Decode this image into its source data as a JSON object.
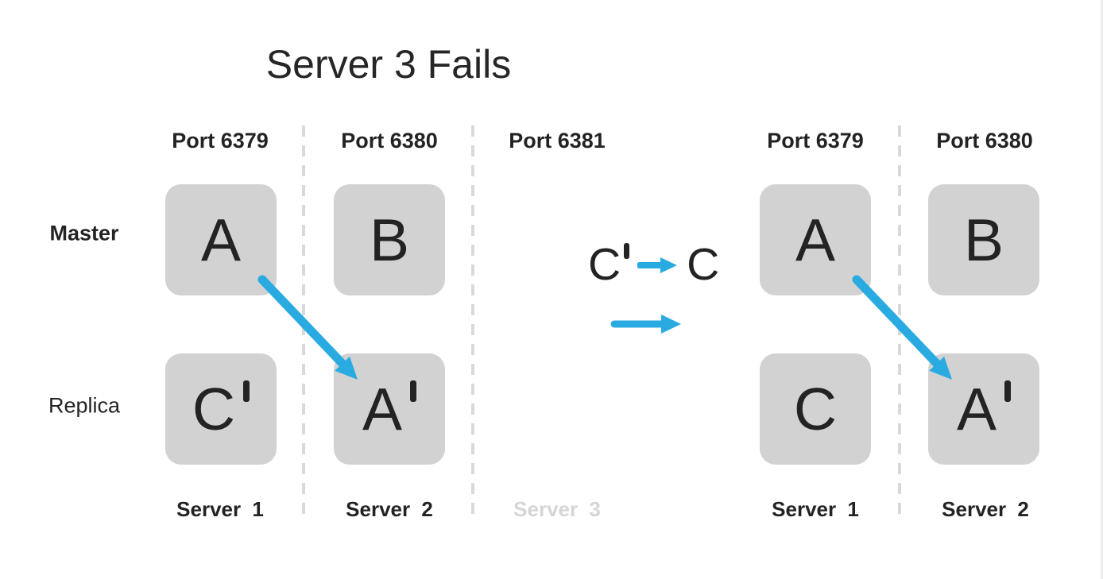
{
  "title": "Server 3 Fails",
  "colors": {
    "accent": "#29abe2",
    "box_fill": "#d2d2d2",
    "text": "#232323",
    "failed_label": "#d5d5d5",
    "dashed_line": "#d9d9d9"
  },
  "left_cluster": {
    "ports": [
      {
        "label": "Port 6379"
      },
      {
        "label": "Port 6380"
      },
      {
        "label": "Port 6381"
      }
    ],
    "rows": [
      {
        "label": "Master"
      },
      {
        "label": "Replica"
      }
    ],
    "nodes": [
      {
        "letter": "A",
        "prime": false
      },
      {
        "letter": "B",
        "prime": false
      },
      {
        "letter": "C",
        "prime": true
      },
      {
        "letter": "A",
        "prime": true
      }
    ],
    "servers": [
      {
        "label": "Server 1"
      },
      {
        "label": "Server 2"
      },
      {
        "label": "Server 3"
      }
    ]
  },
  "transition": {
    "from": {
      "letter": "C",
      "prime": true
    },
    "to": {
      "letter": "C",
      "prime": false
    }
  },
  "right_cluster": {
    "ports": [
      {
        "label": "Port 6379"
      },
      {
        "label": "Port 6380"
      }
    ],
    "nodes": [
      {
        "letter": "A",
        "prime": false
      },
      {
        "letter": "B",
        "prime": false
      },
      {
        "letter": "C",
        "prime": false
      },
      {
        "letter": "A",
        "prime": true
      }
    ],
    "servers": [
      {
        "label": "Server 1"
      },
      {
        "label": "Server 2"
      }
    ]
  }
}
